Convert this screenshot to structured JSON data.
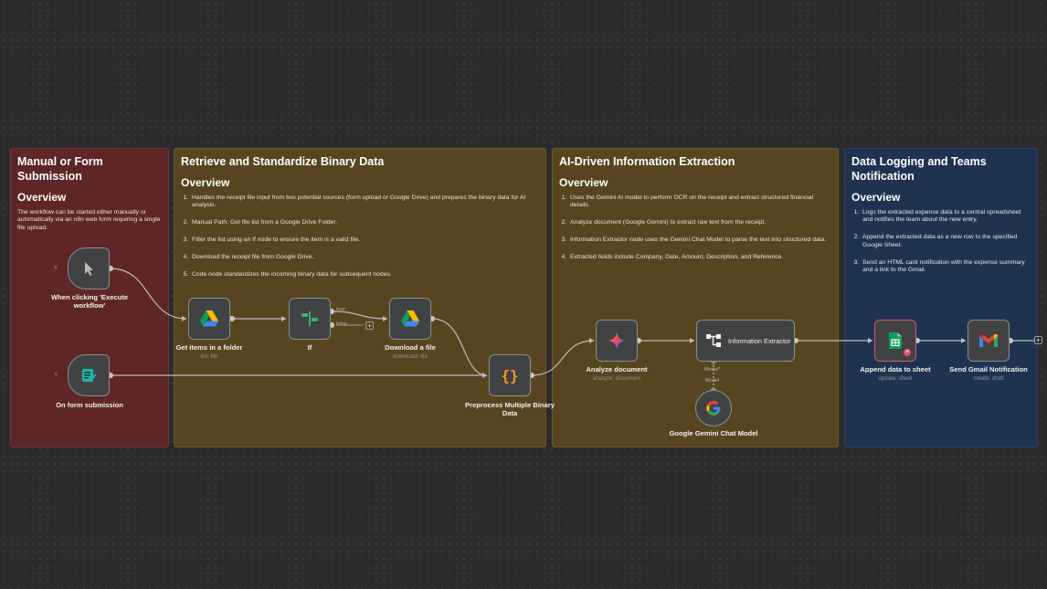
{
  "sections": [
    {
      "title": "Manual or Form Submission",
      "subtitle": "Overview",
      "paragraph": "The workflow can be started either manually or automatically via an n8n web form requiring a single file upload."
    },
    {
      "title": "Retrieve and Standardize Binary Data",
      "subtitle": "Overview",
      "items": [
        "Handles the receipt file input from two potential sources (form upload or Google Drive) and prepares the binary data for AI analysis.",
        "Manual Path: Get file list from a Google Drive Folder.",
        "Filter the list using an If node to ensure the item is a valid file.",
        "Download the receipt file from Google Drive.",
        "Code node standardizes the incoming binary data for subsequent nodes."
      ]
    },
    {
      "title": "AI-Driven Information Extraction",
      "subtitle": "Overview",
      "items": [
        "Uses the Gemini AI model to perform OCR on the receipt and extract structured financial details.",
        "Analyze document (Google Gemini) to extract raw text from the receipt.",
        "Information Extractor node uses the Gemini Chat Model to parse the text into structured data.",
        "Extracted fields include Company, Date, Amount, Description, and Reference."
      ]
    },
    {
      "title": "Data Logging and Teams Notification",
      "subtitle": "Overview",
      "items": [
        "Logs the extracted expense data to a central spreadsheet and notifies the team about the new entry.",
        "Append the extracted data as a new row to the specified Google Sheet.",
        "Send an HTML card notification with the expense summary and a link to the Gmail."
      ]
    }
  ],
  "nodes": {
    "manual_trigger": {
      "label": "When clicking 'Execute workflow'",
      "icon": "cursor-icon"
    },
    "form_trigger": {
      "label": "On form submission",
      "icon": "form-icon"
    },
    "get_items": {
      "label": "Get items in a folder",
      "sub": "list: file",
      "icon": "google-drive-icon"
    },
    "if_node": {
      "label": "If",
      "icon": "if-icon"
    },
    "download": {
      "label": "Download a file",
      "sub": "download: file",
      "icon": "google-drive-icon"
    },
    "preprocess": {
      "label": "Preprocess Multiple Binary Data",
      "icon": "code-braces-icon"
    },
    "analyze": {
      "label": "Analyze document",
      "sub": "analyze: document",
      "icon": "gemini-icon"
    },
    "extractor": {
      "label": "Information Extractor",
      "icon": "tree-icon"
    },
    "gemini_model": {
      "label": "Google Gemini Chat Model",
      "icon": "google-icon"
    },
    "append": {
      "label": "Append data to sheet",
      "sub": "update: sheet",
      "icon": "sheets-icon"
    },
    "gmail": {
      "label": "Send Gmail Notification",
      "sub": "create: draft",
      "icon": "gmail-icon"
    }
  },
  "handles": {
    "if_true": "true",
    "if_false": "false",
    "model_port": "Model*",
    "model_conn": "Model"
  },
  "colors": {
    "sticky_red": "#5f2627",
    "sticky_yellow": "#56461f",
    "sticky_blue": "#1f3350",
    "connection": "#bdbdbd",
    "trigger_bolt": "#ff5a5a",
    "error": "#d9566a"
  }
}
